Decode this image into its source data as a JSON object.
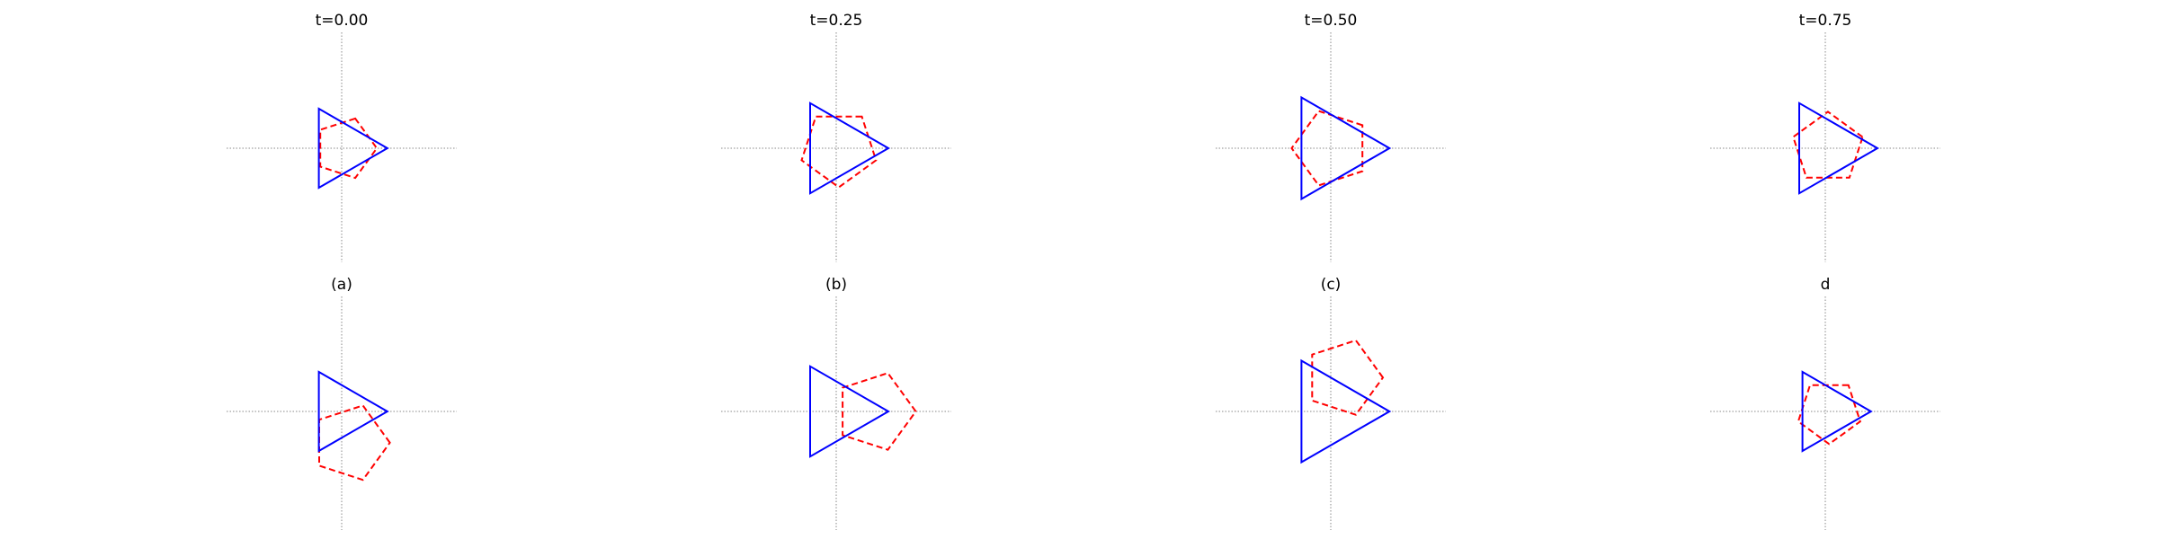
{
  "panels": [
    {
      "title": "t=0.00",
      "row": 0,
      "col": 0,
      "rotation_deg": 0,
      "triangle_radius": 3.5,
      "pentagon": {
        "radius": 2.4,
        "rotation_deg": 72,
        "center": [
          0.3,
          0.0
        ]
      }
    },
    {
      "title": "t=0.25",
      "row": 0,
      "col": 1,
      "rotation_deg": 0,
      "triangle_radius": 4.0,
      "pentagon": {
        "radius": 3.0,
        "rotation_deg": 54,
        "center": [
          0.2,
          0.0
        ]
      }
    },
    {
      "title": "t=0.50",
      "row": 0,
      "col": 2,
      "rotation_deg": 0,
      "triangle_radius": 4.5,
      "pentagon": {
        "radius": 3.0,
        "rotation_deg": 36,
        "center": [
          0.0,
          0.0
        ]
      }
    },
    {
      "title": "t=0.75",
      "row": 0,
      "col": 3,
      "rotation_deg": 0,
      "triangle_radius": 4.0,
      "pentagon": {
        "radius": 2.8,
        "rotation_deg": 18,
        "center": [
          0.2,
          0.0
        ]
      }
    },
    {
      "title": "(a)",
      "row": 1,
      "col": 0,
      "rotation_deg": 0,
      "triangle_radius": 3.5,
      "pentagon": {
        "radius": 3.0,
        "rotation_deg": 0,
        "center": [
          0.7,
          -2.4
        ]
      }
    },
    {
      "title": "(b)",
      "row": 1,
      "col": 1,
      "rotation_deg": 0,
      "triangle_radius": 4.0,
      "pentagon": {
        "radius": 3.1,
        "rotation_deg": 0,
        "center": [
          3.0,
          0.0
        ]
      }
    },
    {
      "title": "(c)",
      "row": 1,
      "col": 2,
      "rotation_deg": 0,
      "triangle_radius": 4.5,
      "pentagon": {
        "radius": 3.0,
        "rotation_deg": 0,
        "center": [
          1.0,
          2.6
        ]
      }
    },
    {
      "title": "d",
      "row": 1,
      "col": 3,
      "rotation_deg": 0,
      "triangle_radius": 3.5,
      "pentagon": {
        "radius": 2.5,
        "rotation_deg": 54,
        "center": [
          0.3,
          0.0
        ]
      }
    }
  ],
  "style": {
    "triangle_color": "#0000ff",
    "pentagon_color": "#ff0000",
    "axis_color": "#888888"
  }
}
